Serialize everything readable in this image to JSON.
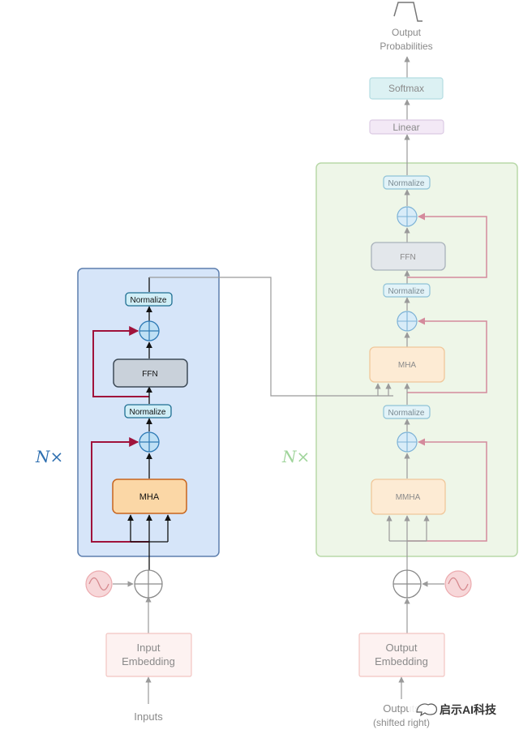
{
  "encoder": {
    "repeat_label": "N×",
    "normalize_top": "Normalize",
    "ffn": "FFN",
    "normalize_bottom": "Normalize",
    "mha": "MHA",
    "input_embedding_line1": "Input",
    "input_embedding_line2": "Embedding",
    "inputs": "Inputs"
  },
  "decoder": {
    "repeat_label": "N×",
    "normalize_top": "Normalize",
    "ffn": "FFN",
    "normalize_middle": "Normalize",
    "mha": "MHA",
    "normalize_bottom": "Normalize",
    "mmha": "MMHA",
    "output_embedding_line1": "Output",
    "output_embedding_line2": "Embedding",
    "outputs_line1": "Outputs",
    "outputs_line2": "(shifted right)"
  },
  "head": {
    "linear": "Linear",
    "softmax": "Softmax",
    "output_probabilities_line1": "Output",
    "output_probabilities_line2": "Probabilities"
  },
  "watermark": "启示AI科技",
  "colors": {
    "encoder_bg": "#d6e5f9",
    "encoder_border": "#5d7fae",
    "decoder_bg": "#eef6e8",
    "decoder_border": "#b8d8a8",
    "mha_fill": "#fbd7a6",
    "ffn_fill": "#c9d1da",
    "normalize_fill": "#d0eef7",
    "residual": "#a0123b",
    "embedding_fill": "#fdf2f1"
  }
}
